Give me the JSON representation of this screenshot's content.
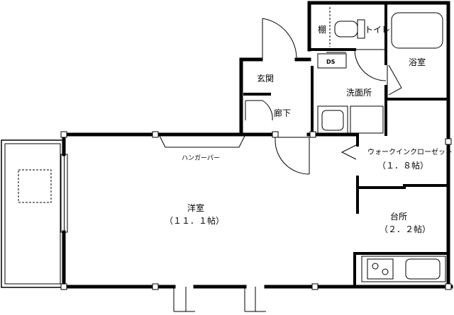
{
  "rooms": {
    "western_room": {
      "name": "洋室",
      "size": "（１１．１帖）"
    },
    "walk_in_closet": {
      "name": "ウォークインクローゼット",
      "size": "（１．８帖）"
    },
    "kitchen": {
      "name": "台所",
      "size": "（２．２帖）"
    },
    "bathroom": {
      "name": "浴室"
    },
    "washroom": {
      "name": "洗面所"
    },
    "toilet": {
      "name": "トイレ"
    },
    "shelf": {
      "name": "棚"
    },
    "entrance": {
      "name": "玄関"
    },
    "hallway": {
      "name": "廊下"
    }
  },
  "fixtures": {
    "hanger_pipe": "ハンガーパー",
    "washer_pan": "DS"
  }
}
